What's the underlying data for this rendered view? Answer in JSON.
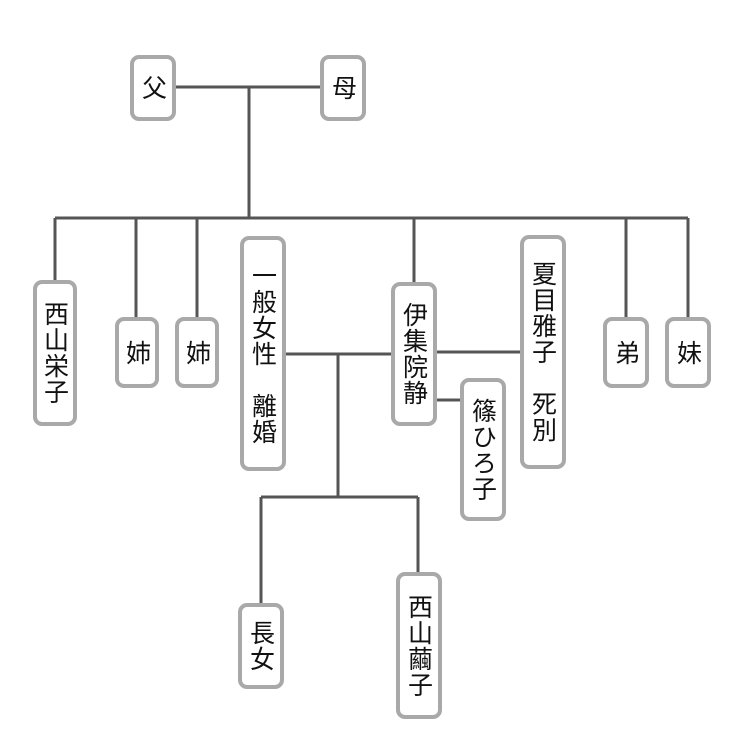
{
  "persons": {
    "father": "父",
    "mother": "母",
    "sister_eldest": "西山栄子",
    "sister_1": "姉",
    "sister_2": "姉",
    "wife_1": "一般女性　離婚",
    "self": "伊集院静",
    "wife_2": "夏目雅子　死別",
    "wife_3": "篠ひろ子",
    "brother": "弟",
    "younger_sister": "妹",
    "daughter_1": "長女",
    "daughter_2": "西山繭子"
  },
  "colors": {
    "line": "#555555",
    "border": "#a9a9a9"
  }
}
